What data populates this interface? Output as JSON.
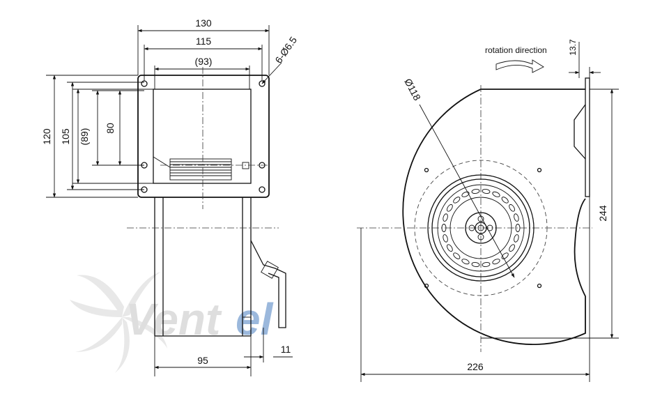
{
  "front_view": {
    "dims": {
      "width_outer": "130",
      "width_holes": "115",
      "width_inner": "(93)",
      "holes": "6-Ø6.5",
      "height_outer": "120",
      "height_holes": "105",
      "height_inner": "(89)",
      "height_opening": "80",
      "depth": "95",
      "offset": "11"
    }
  },
  "side_view": {
    "rotation_label": "rotation direction",
    "dims": {
      "impeller_dia": "Ø118",
      "flange": "13.7",
      "height": "244",
      "width": "226"
    }
  },
  "watermark": {
    "text_main": "Vent",
    "text_accent": "el",
    "main_color": "#c4c4c4",
    "accent_color": "#4a7fc1"
  }
}
